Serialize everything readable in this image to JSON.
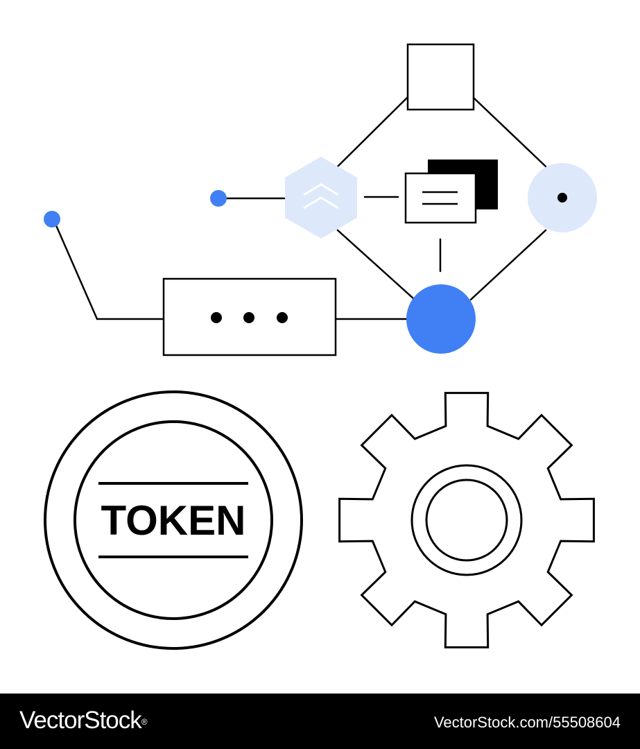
{
  "illustration": {
    "token_label": "TOKEN",
    "icons": [
      "connector-dot-icon",
      "hexagon-chevron-up-icon",
      "document-stack-icon",
      "target-dot-icon",
      "empty-square-icon",
      "ellipsis-box-icon",
      "hub-circle-icon",
      "token-coin-icon",
      "gear-icon"
    ],
    "colors": {
      "accent_blue": "#4180f4",
      "pale_blue": "#dde8fb",
      "stroke": "#000000",
      "footer_bg": "#000000",
      "footer_text": "#ffffff"
    }
  },
  "footer": {
    "brand": "VectorStock",
    "brand_trademark": "®",
    "image_id": "VectorStock.com/55508604"
  }
}
